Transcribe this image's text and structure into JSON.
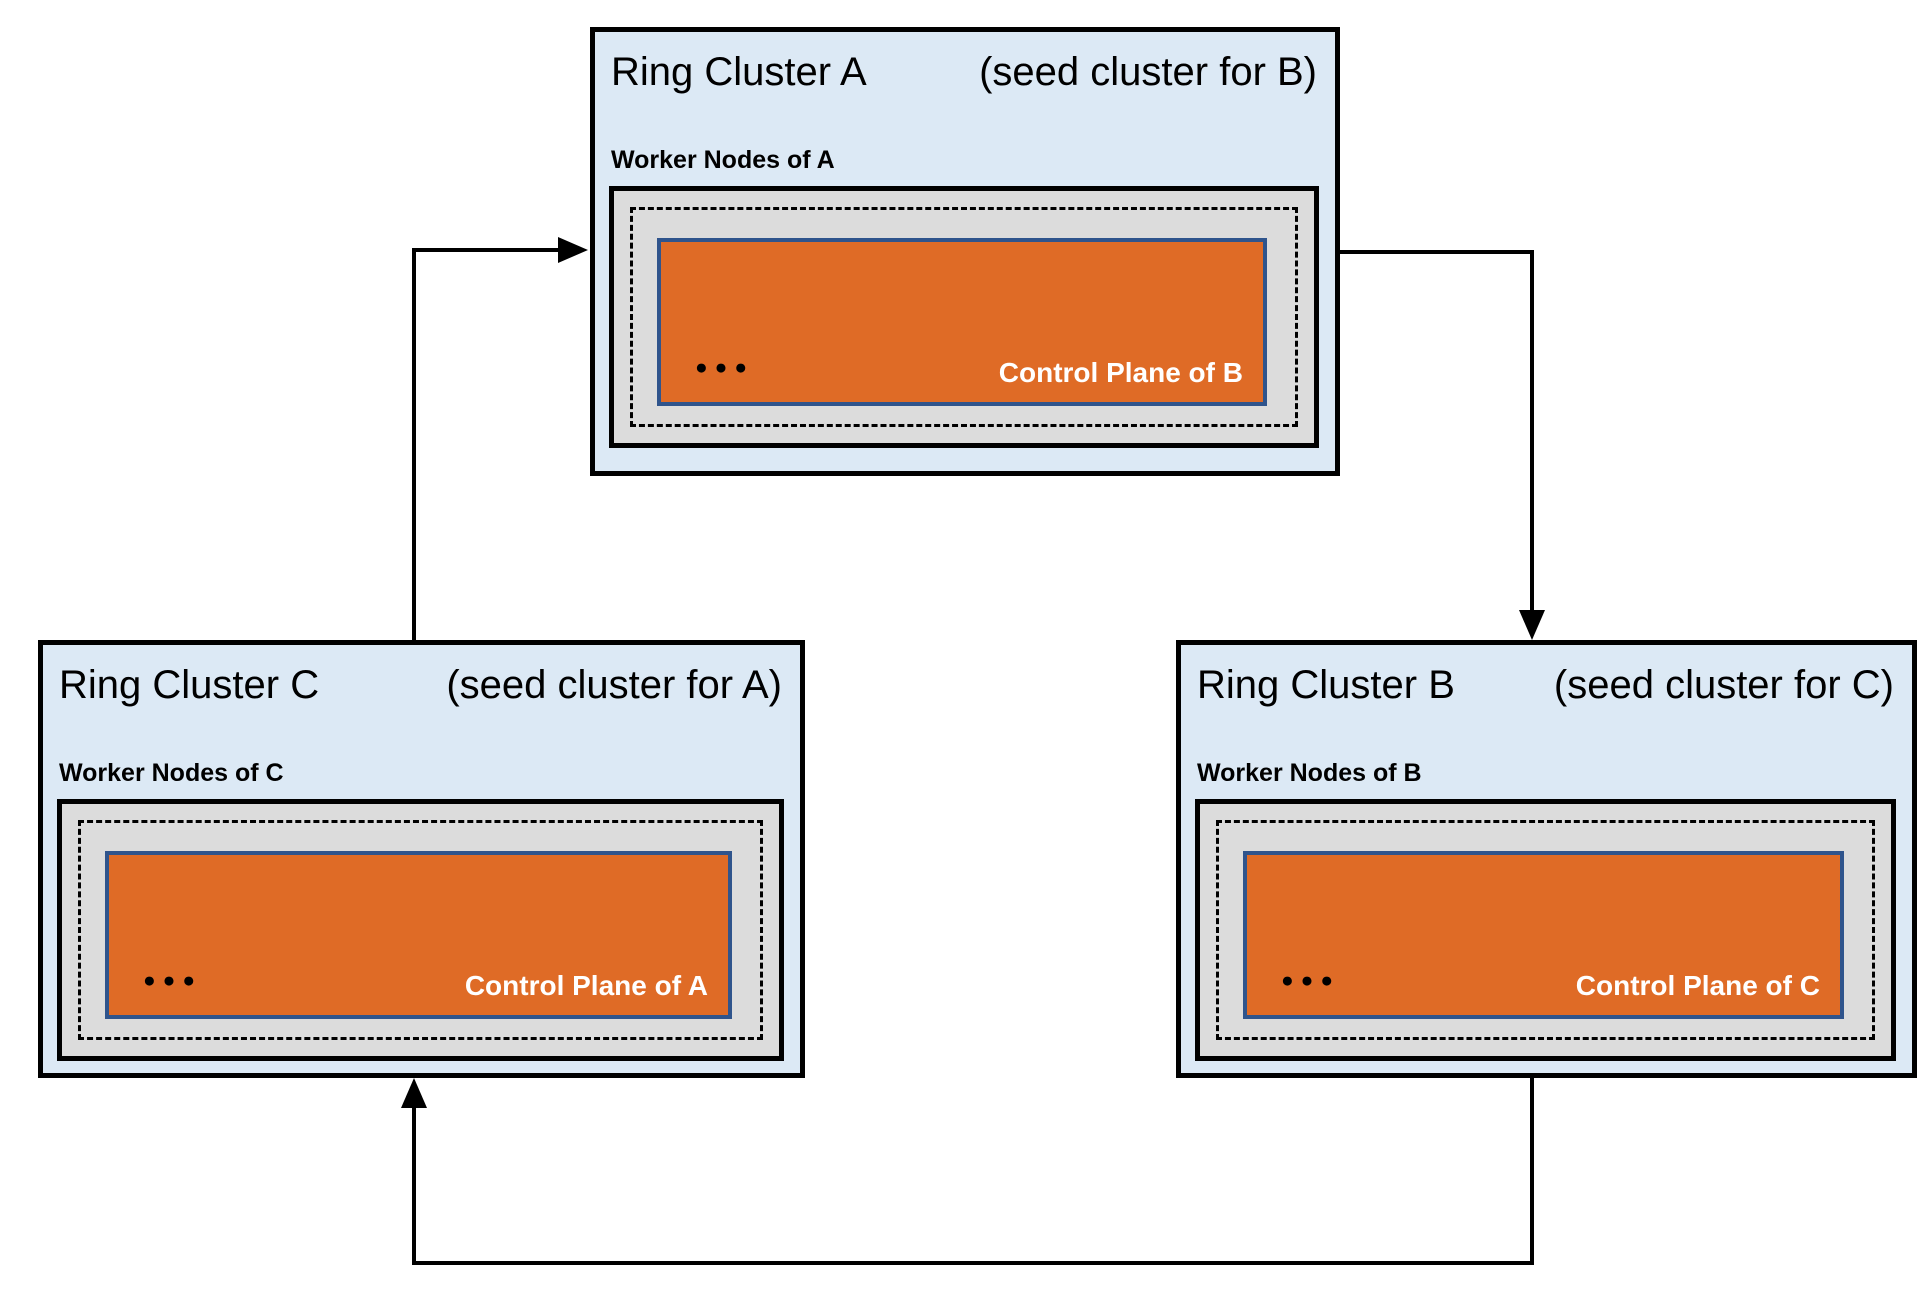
{
  "diagram": {
    "clusters": [
      {
        "name": "A",
        "title": "Ring Cluster A",
        "seed_note": "(seed cluster for B)",
        "worker_nodes_label": "Worker Nodes of A",
        "control_plane_label": "Control Plane of B",
        "ellipsis_dots": "●●●"
      },
      {
        "name": "C",
        "title": "Ring Cluster C",
        "seed_note": "(seed cluster for A)",
        "worker_nodes_label": "Worker Nodes of C",
        "control_plane_label": "Control Plane of A",
        "ellipsis_dots": "●●●"
      },
      {
        "name": "B",
        "title": "Ring Cluster B",
        "seed_note": "(seed cluster for C)",
        "worker_nodes_label": "Worker Nodes of B",
        "control_plane_label": "Control Plane of C",
        "ellipsis_dots": "●●●"
      }
    ],
    "arrows": [
      {
        "name": "arrow-c-to-a",
        "from": "Ring Cluster C",
        "to": "Ring Cluster A"
      },
      {
        "name": "arrow-a-to-b",
        "from": "Ring Cluster A",
        "to": "Ring Cluster B"
      },
      {
        "name": "arrow-b-to-c",
        "from": "Ring Cluster B",
        "to": "Ring Cluster C"
      }
    ],
    "colors": {
      "cluster_bg": "#DCE9F5",
      "cluster_border": "#000000",
      "worker_box_bg": "#DCDCDC",
      "worker_box_border": "#000000",
      "control_plane_bg": "#DF6B26",
      "control_plane_border": "#2F548C",
      "control_plane_text": "#FFFFFF",
      "arrow_color": "#000000"
    }
  }
}
